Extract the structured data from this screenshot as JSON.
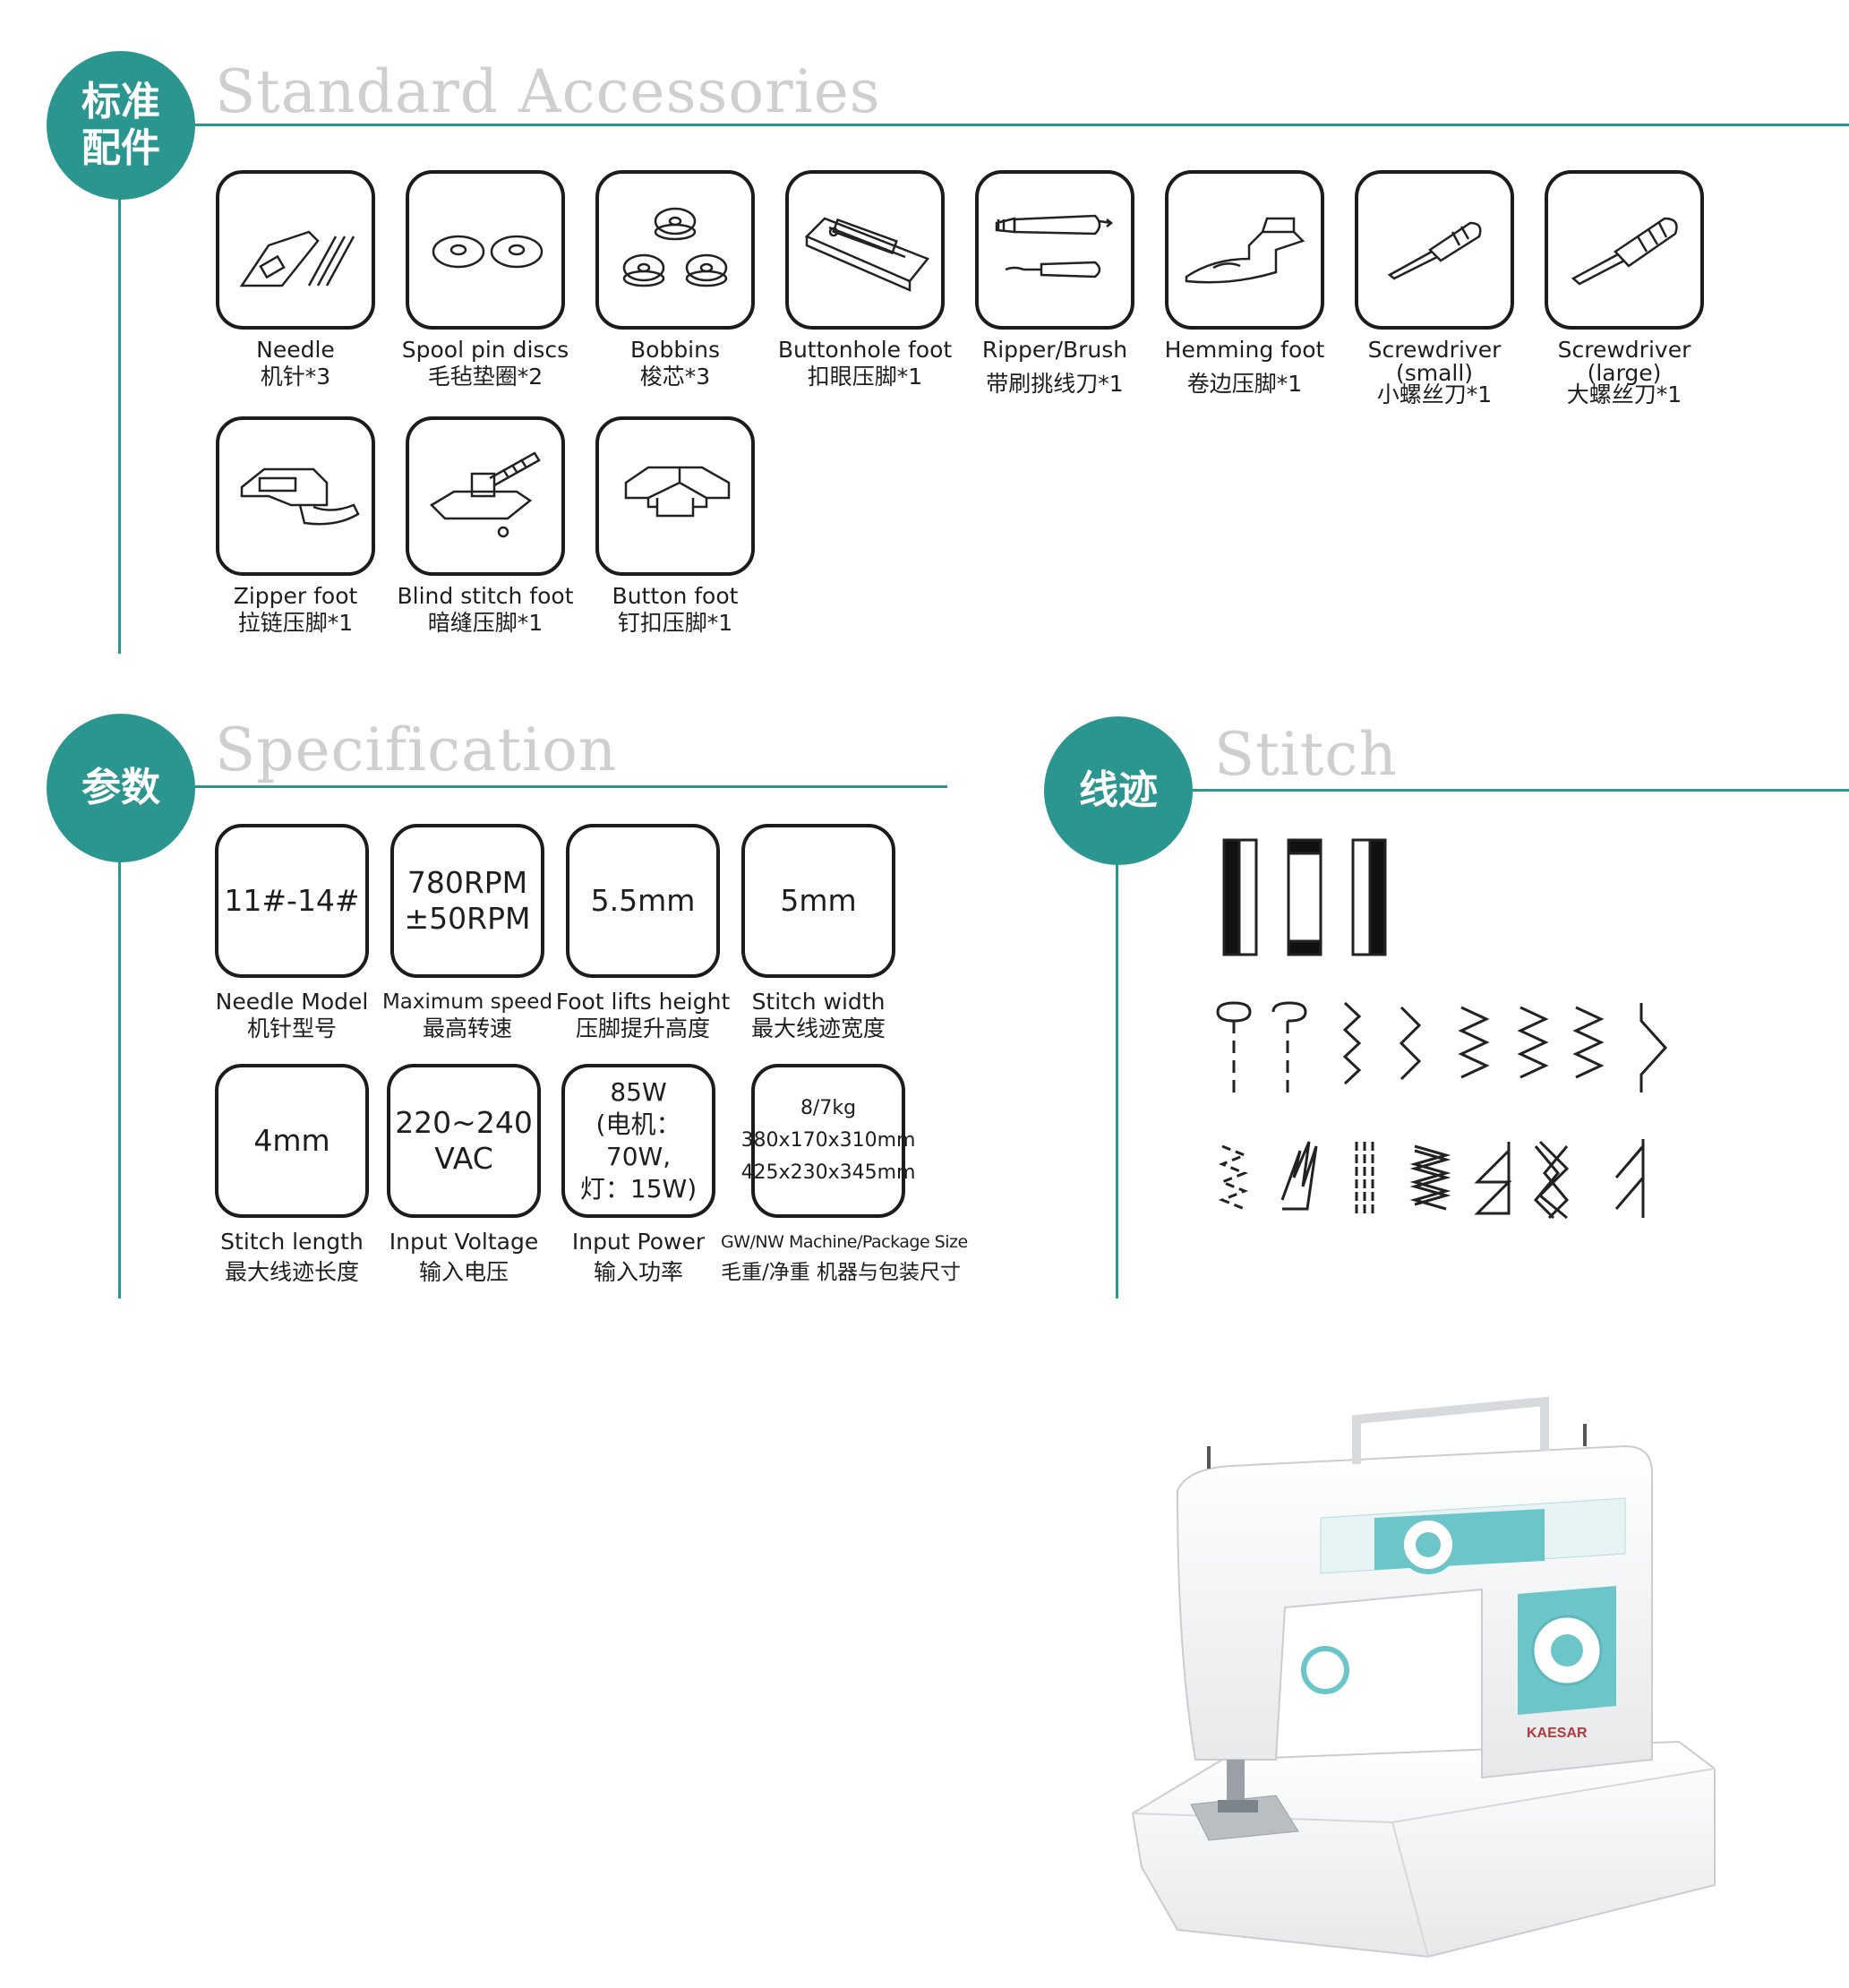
{
  "accessories_section": {
    "badge_cn": "标准\n配件",
    "title": "Standard Accessories",
    "items": [
      {
        "en": "Needle",
        "cn": "机针*3",
        "icon": "needle-icon"
      },
      {
        "en": "Spool pin discs",
        "cn": "毛毡垫圈*2",
        "icon": "spool-disc-icon"
      },
      {
        "en": "Bobbins",
        "cn": "梭芯*3",
        "icon": "bobbin-icon"
      },
      {
        "en": "Buttonhole foot",
        "cn": "扣眼压脚*1",
        "icon": "buttonhole-foot-icon"
      },
      {
        "en": "Ripper/Brush",
        "cn": "带刷挑线刀*1",
        "icon": "ripper-brush-icon"
      },
      {
        "en": "Hemming foot",
        "cn": "卷边压脚*1",
        "icon": "hemming-foot-icon"
      },
      {
        "en": "Screwdriver",
        "en2": "(small)",
        "cn": "小螺丝刀*1",
        "icon": "screwdriver-small-icon"
      },
      {
        "en": "Screwdriver",
        "en2": "(large)",
        "cn": "大螺丝刀*1",
        "icon": "screwdriver-large-icon"
      },
      {
        "en": "Zipper foot",
        "cn": "拉链压脚*1",
        "icon": "zipper-foot-icon"
      },
      {
        "en": "Blind stitch foot",
        "cn": "暗缝压脚*1",
        "icon": "blind-stitch-foot-icon"
      },
      {
        "en": "Button foot",
        "cn": "钉扣压脚*1",
        "icon": "button-foot-icon"
      }
    ]
  },
  "spec_section": {
    "badge_cn": "参数",
    "title": "Specification",
    "items": [
      {
        "value": [
          "11#-14#"
        ],
        "en": "Needle Model",
        "cn": "机针型号"
      },
      {
        "value": [
          "780RPM",
          "±50RPM"
        ],
        "en": "Maximum speed",
        "cn": "最高转速"
      },
      {
        "value": [
          "5.5mm"
        ],
        "en": "Foot lifts height",
        "cn": "压脚提升高度"
      },
      {
        "value": [
          "5mm"
        ],
        "en": "Stitch width",
        "cn": "最大线迹宽度"
      },
      {
        "value": [
          "4mm"
        ],
        "en": "Stitch length",
        "cn": "最大线迹长度"
      },
      {
        "value": [
          "220~240",
          "VAC"
        ],
        "en": "Input Voltage",
        "cn": "输入电压"
      },
      {
        "value": [
          "85W",
          "(电机：70W,",
          "灯：15W)"
        ],
        "en": "Input Power",
        "cn": "输入功率"
      },
      {
        "value": [
          "8/7kg",
          "380x170x310mm",
          "425x230x345mm"
        ],
        "en": "GW/NW Machine/Package Size",
        "cn": "毛重/净重 机器与包装尺寸"
      }
    ]
  },
  "stitch_section": {
    "badge_cn": "线迹",
    "title": "Stitch"
  },
  "machine": {
    "brand": "KAESAR",
    "icon": "sewing-machine-image",
    "accent": "#6cc5c9"
  },
  "colors": {
    "accent": "#2b9690",
    "title_gray": "#cfcfcf",
    "text": "#1e1e1e"
  }
}
